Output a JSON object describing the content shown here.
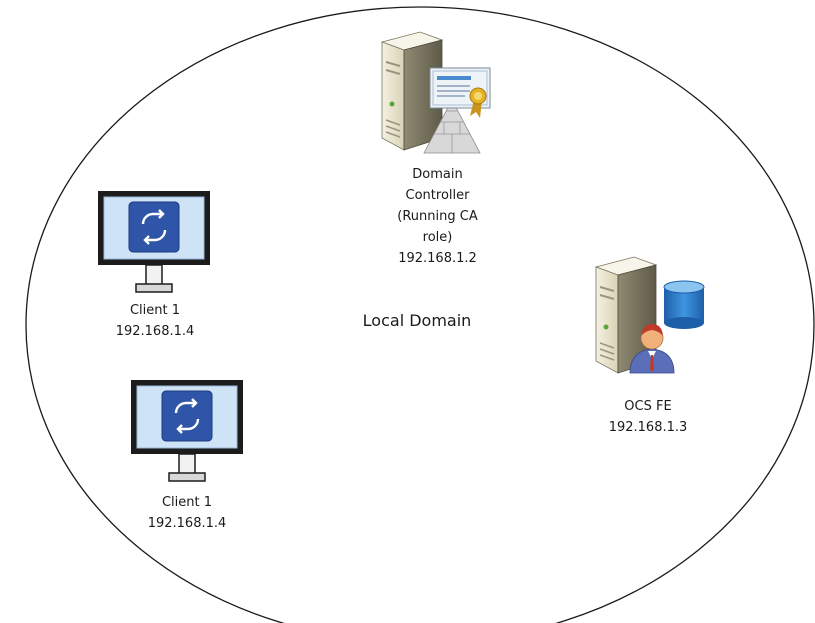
{
  "diagram": {
    "domain_label": "Local Domain",
    "nodes": {
      "domain_controller": {
        "icon": "server-certificate-icon",
        "lines": [
          "Domain",
          "Controller",
          "(Running CA",
          "role)",
          "192.168.1.2"
        ]
      },
      "client_a": {
        "icon": "monitor-icon",
        "lines": [
          "Client 1",
          "192.168.1.4"
        ]
      },
      "client_b": {
        "icon": "monitor-icon",
        "lines": [
          "Client 1",
          "192.168.1.4"
        ]
      },
      "ocs_fe": {
        "icon": "server-database-user-icon",
        "lines": [
          "OCS FE",
          "192.168.1.3"
        ]
      }
    },
    "colors": {
      "boundary": "#1a1a1a",
      "monitor_screen": "#cfe3f7",
      "monitor_app": "#2f55a8",
      "server_body": "#e8e3cc",
      "database": "#2f7fd0"
    }
  }
}
